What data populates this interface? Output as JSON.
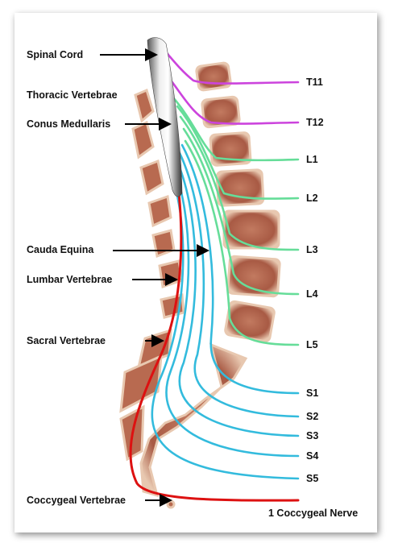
{
  "labels": {
    "spinal_cord": "Spinal Cord",
    "thoracic_vertebrae": "Thoracic Vertebrae",
    "conus_medullaris": "Conus Medullaris",
    "cauda_equina": "Cauda Equina",
    "lumbar_vertebrae": "Lumbar Vertebrae",
    "sacral_vertebrae": "Sacral Vertebrae",
    "coccygeal_vertebrae": "Coccygeal Vertebrae"
  },
  "nerves": {
    "t11": "T11",
    "t12": "T12",
    "l1": "L1",
    "l2": "L2",
    "l3": "L3",
    "l4": "L4",
    "l5": "L5",
    "s1": "S1",
    "s2": "S2",
    "s3": "S3",
    "s4": "S4",
    "s5": "S5",
    "coccygeal": "1 Coccygeal Nerve"
  },
  "colors": {
    "thoracic_nerve": "#cc44dd",
    "lumbar_nerve": "#66dd99",
    "sacral_nerve": "#33bbdd",
    "coccygeal_nerve": "#dd1111",
    "bone": "#b86a50",
    "bone_light": "#e8c8b0"
  }
}
